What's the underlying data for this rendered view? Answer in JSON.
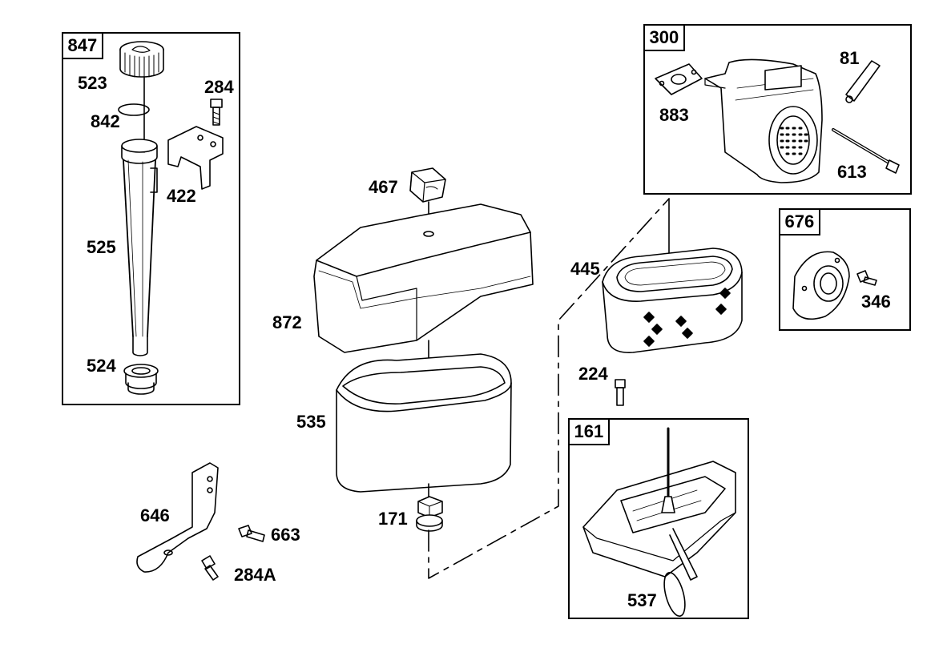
{
  "kits": {
    "k847": "847",
    "k300": "300",
    "k676": "676",
    "k161": "161"
  },
  "parts": {
    "p523": "523",
    "p284": "284",
    "p842": "842",
    "p422": "422",
    "p525": "525",
    "p524": "524",
    "p467": "467",
    "p872": "872",
    "p535": "535",
    "p171": "171",
    "p646": "646",
    "p663": "663",
    "p284a": "284A",
    "p883": "883",
    "p81": "81",
    "p613": "613",
    "p445": "445",
    "p224": "224",
    "p346": "346",
    "p537": "537"
  }
}
